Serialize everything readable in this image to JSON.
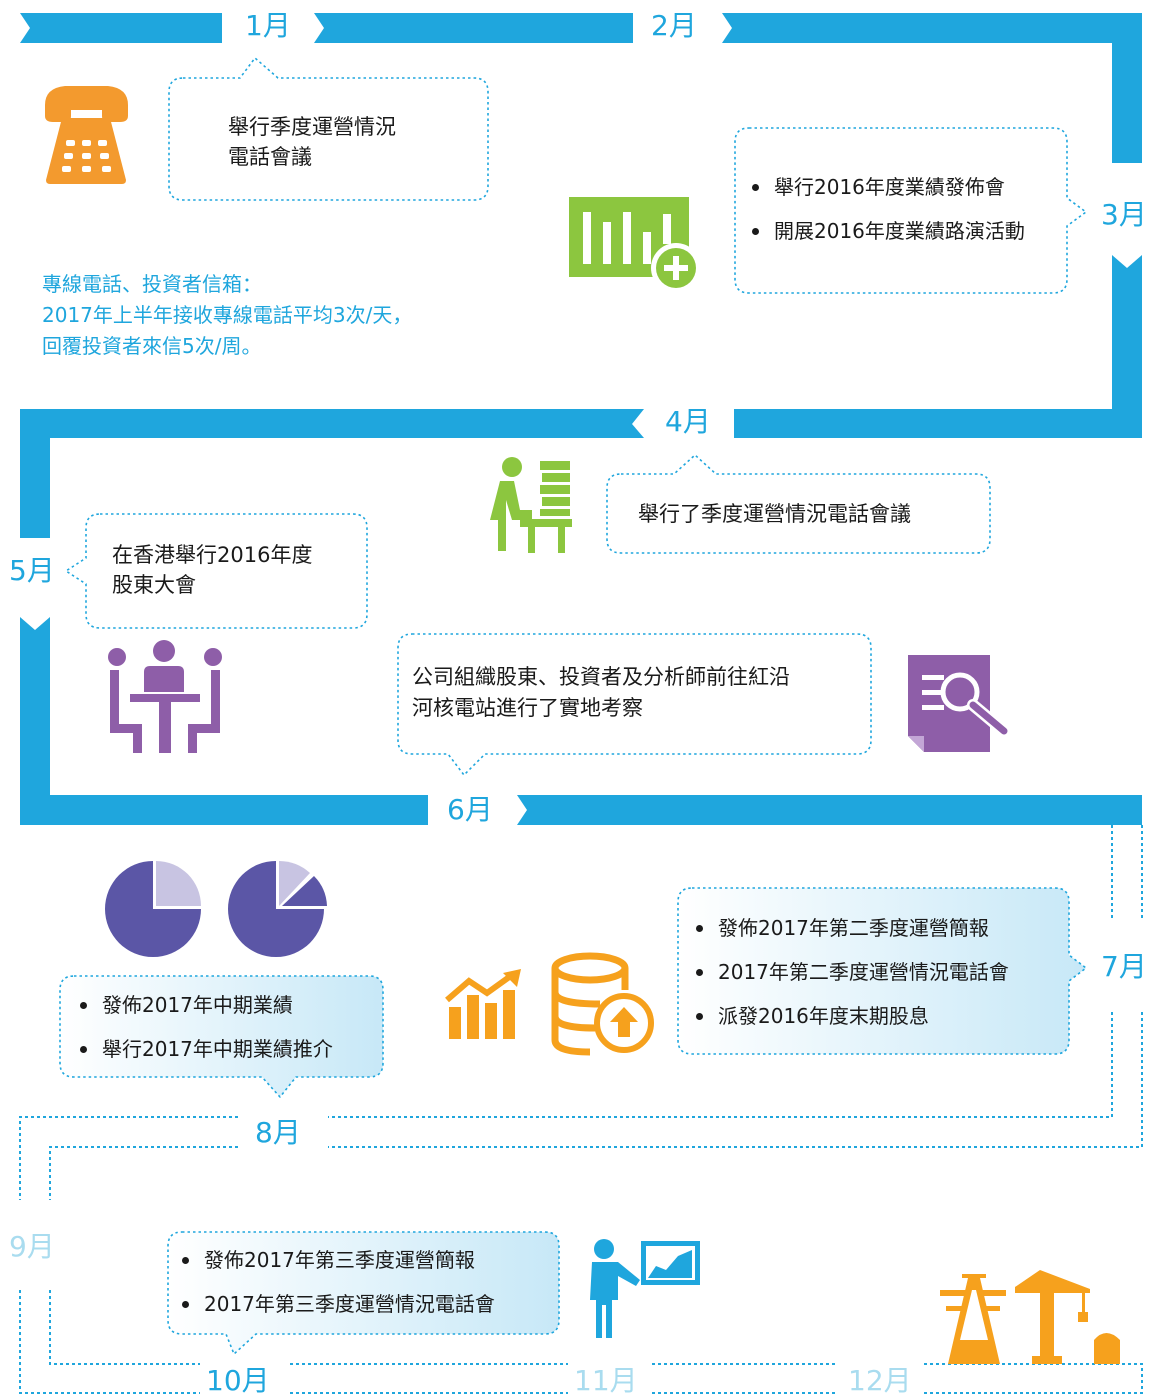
{
  "months": {
    "jan": "1月",
    "feb": "2月",
    "mar": "3月",
    "apr": "4月",
    "may": "5月",
    "jun": "6月",
    "jul": "7月",
    "aug": "8月",
    "sep": "9月",
    "oct": "10月",
    "nov": "11月",
    "dec": "12月"
  },
  "events": {
    "jan": {
      "line1": "舉行季度運營情況",
      "line2": "電話會議"
    },
    "mar": {
      "items": [
        "舉行2016年度業績發佈會",
        "開展2016年度業績路演活動"
      ]
    },
    "apr": {
      "text": "舉行了季度運營情況電話會議"
    },
    "may": {
      "line1": "在香港舉行2016年度",
      "line2": "股東大會"
    },
    "jun": {
      "line1": "公司組織股東、投資者及分析師前往紅沿",
      "line2": "河核電站進行了實地考察"
    },
    "jul": {
      "items": [
        "發佈2017年第二季度運營簡報",
        "2017年第二季度運營情況電話會",
        "派發2016年度末期股息"
      ]
    },
    "aug": {
      "items": [
        "發佈2017年中期業績",
        "舉行2017年中期業績推介"
      ]
    },
    "oct": {
      "items": [
        "發佈2017年第三季度運營簡報",
        "2017年第三季度運營情況電話會"
      ]
    }
  },
  "hotline_note": {
    "line1": "專線電話、投資者信箱：",
    "line2": "2017年上半年接收專線電話平均3次/天，",
    "line3": "回覆投資者來信5次/周。"
  },
  "colors": {
    "timeline_blue": "#1fa6dd",
    "faint_blue": "#a9dcef",
    "phone_orange": "#f39a2e",
    "chart_green": "#8cc63f",
    "investor_purple": "#8e5ea8",
    "pie_purple": "#5b56a6",
    "pie_light": "#c8c4e2",
    "asset_orange": "#f6a11d"
  },
  "icons": [
    "phone-icon",
    "bar-chart-plus-icon",
    "desk-worker-icon",
    "meeting-icon",
    "search-document-icon",
    "pie-chart-icon",
    "growth-chart-icon",
    "coins-upload-icon",
    "presenter-icon",
    "power-tower-crane-icon"
  ]
}
